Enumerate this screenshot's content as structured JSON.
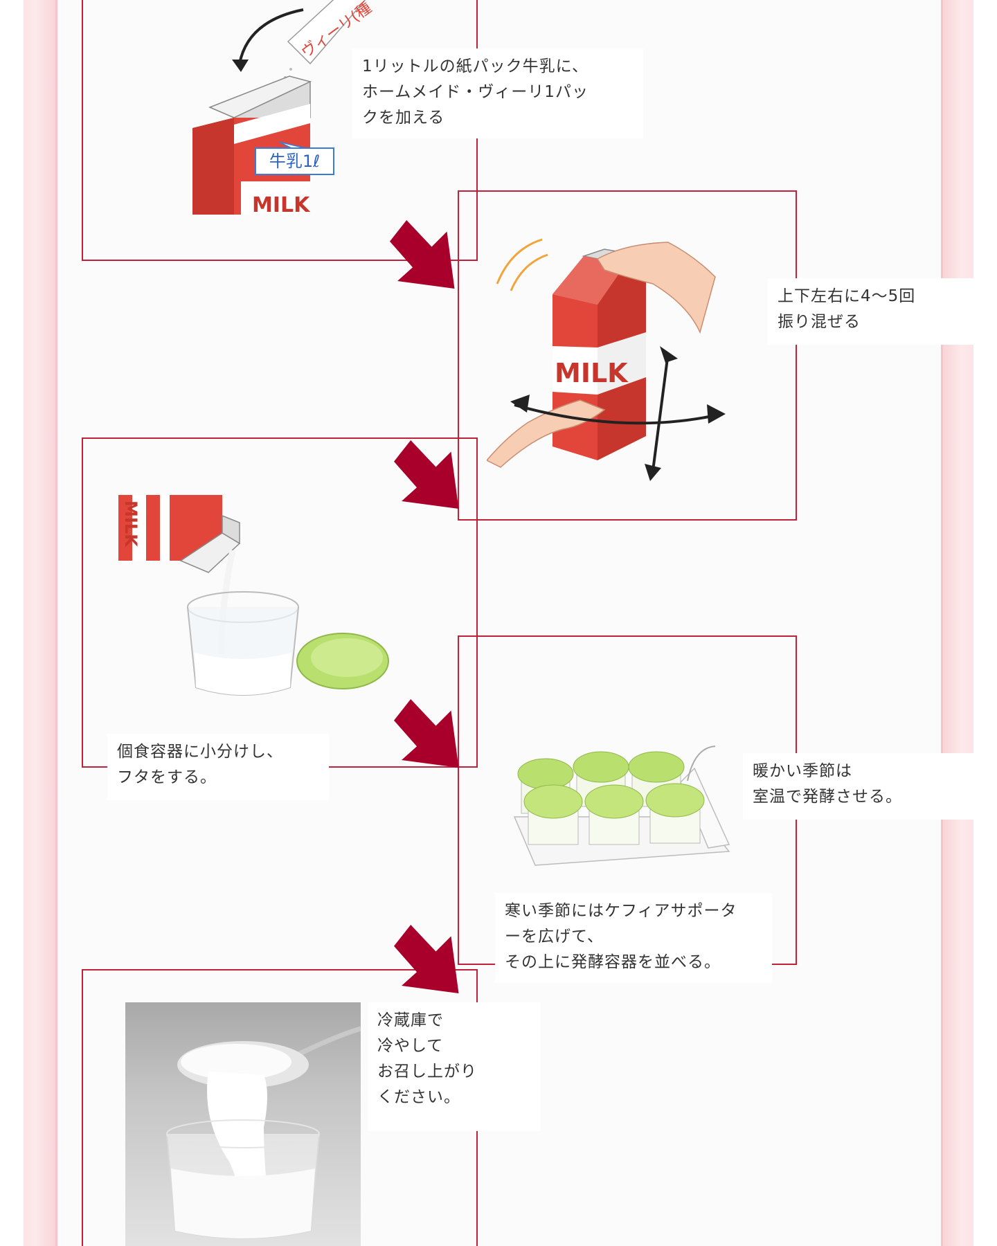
{
  "steps": [
    {
      "lines": [
        "1リットルの紙パック牛乳に、",
        "ホームメイド・ヴィーリ1パッ",
        "クを加える"
      ],
      "packet_label": "ヴィーリ(種",
      "milk_label": "牛乳1ℓ",
      "carton_text": "MILK"
    },
    {
      "lines": [
        "上下左右に4〜5回",
        "振り混ぜる"
      ],
      "carton_text": "MILK"
    },
    {
      "lines": [
        "個食容器に小分けし、",
        "フタをする。"
      ],
      "carton_text": "MILK"
    },
    {
      "lines_warm": [
        "暖かい季節は",
        "室温で発酵させる。"
      ],
      "lines_cold": [
        "寒い季節にはケフィアサポータ",
        "ーを広げて、",
        "その上に発酵容器を並べる。"
      ]
    },
    {
      "lines": [
        "冷蔵庫で",
        "冷やして",
        "お召し上がり",
        "ください。"
      ]
    }
  ],
  "colors": {
    "accent": "#c0203a",
    "arrow": "#a8002a",
    "carton_red": "#e2453a",
    "lid_green": "#b9df6e"
  }
}
